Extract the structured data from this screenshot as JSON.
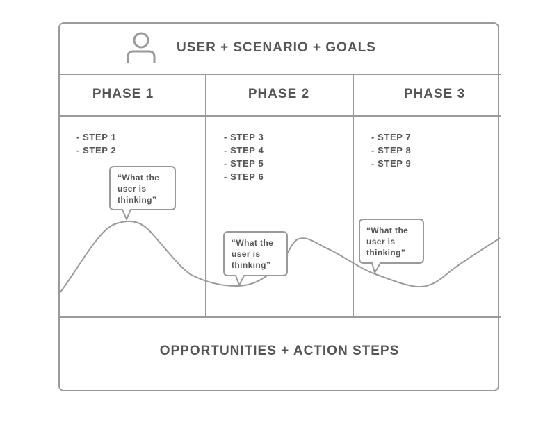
{
  "header": {
    "title": "USER + SCENARIO + GOALS",
    "icon": "user-icon"
  },
  "phases": [
    {
      "label": "PHASE 1",
      "steps": [
        "- STEP 1",
        "- STEP 2"
      ]
    },
    {
      "label": "PHASE 2",
      "steps": [
        "- STEP 3",
        "- STEP 4",
        "- STEP 5",
        "- STEP 6"
      ]
    },
    {
      "label": "PHASE 3",
      "steps": [
        "- STEP 7",
        "- STEP 8",
        "- STEP 9"
      ]
    }
  ],
  "bubbles": [
    {
      "text": "“What the\nuser is\nthinking”"
    },
    {
      "text": "“What the\nuser is\nthinking”"
    },
    {
      "text": "“What the\nuser is\nthinking”"
    }
  ],
  "footer": {
    "title": "OPPORTUNITIES + ACTION STEPS"
  },
  "colors": {
    "line": "#9a9a9a",
    "text": "#555555"
  }
}
